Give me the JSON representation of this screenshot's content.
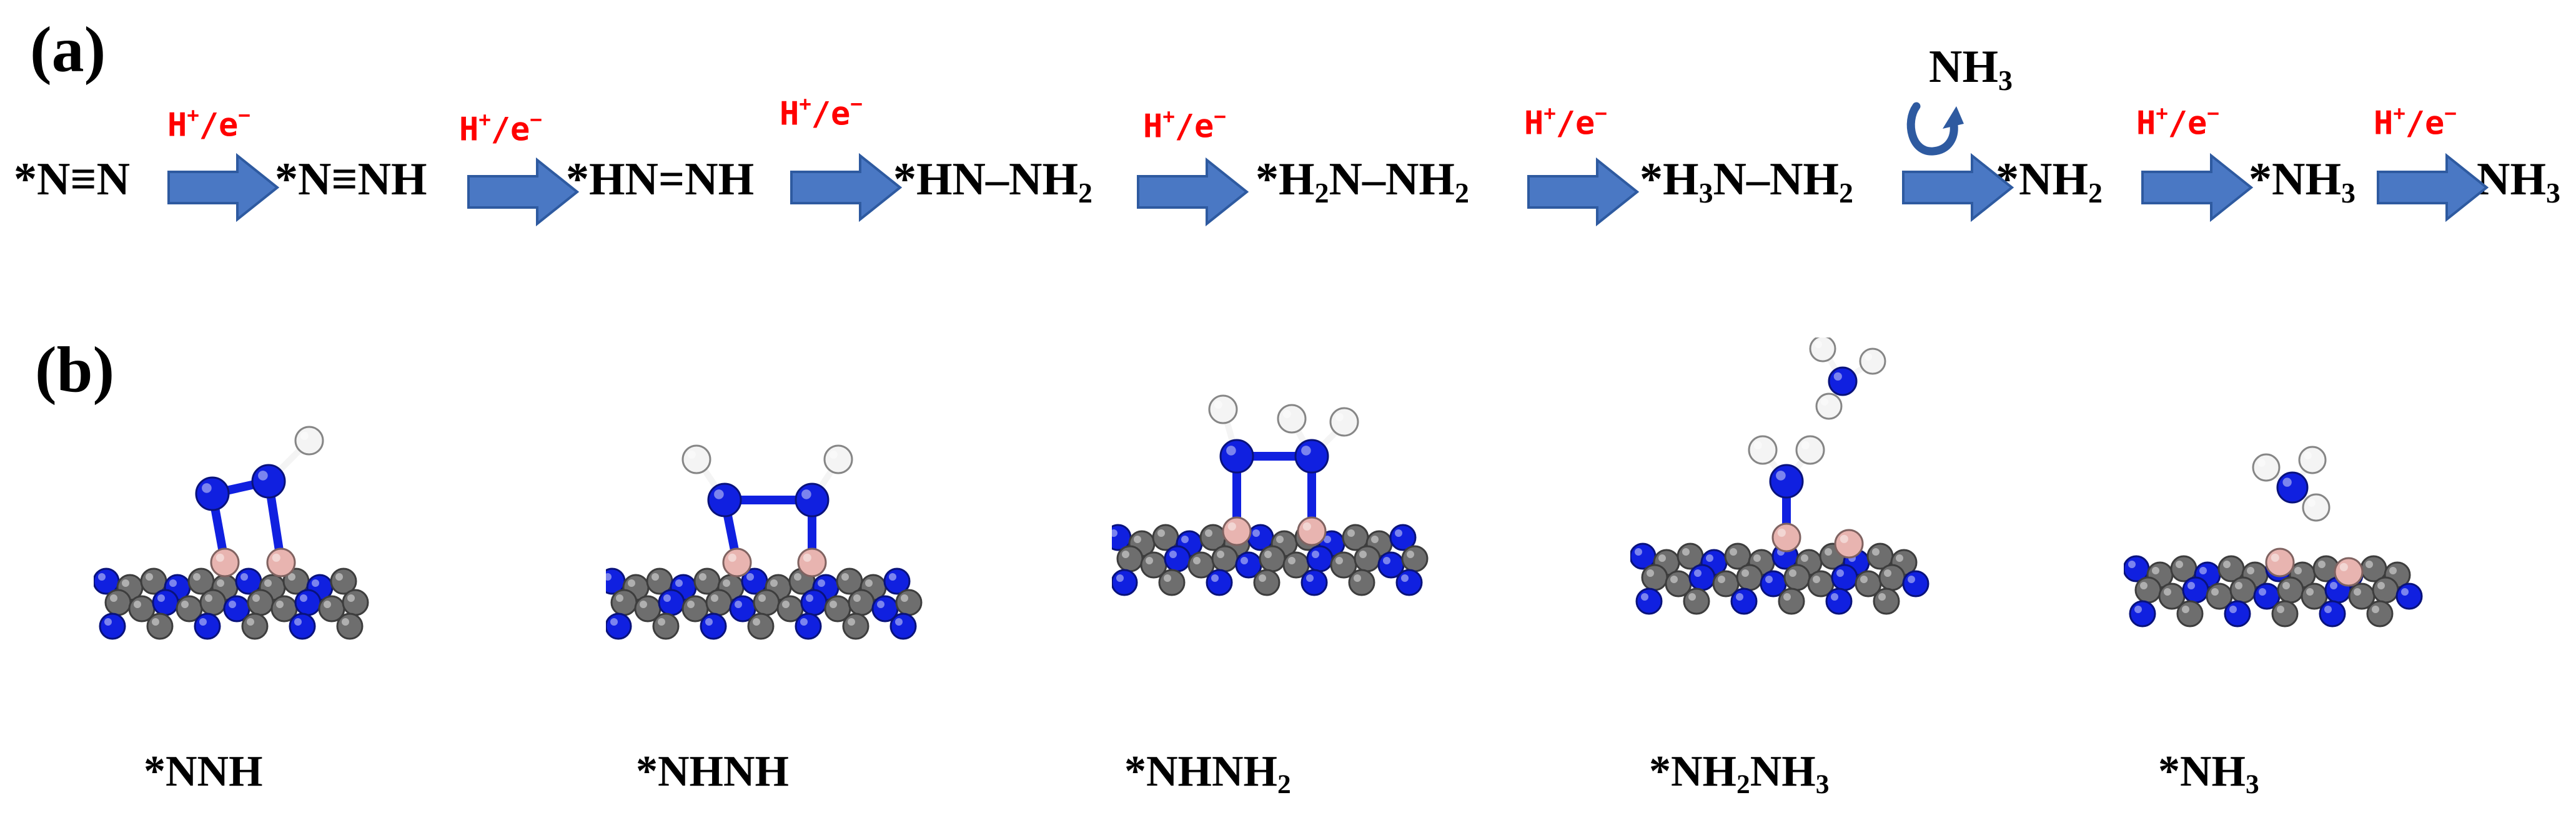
{
  "panel_a": {
    "label": "(a)",
    "step_label": {
      "base": "H",
      "sup1": "+",
      "mid": "/e",
      "sup2": "−"
    },
    "species": [
      {
        "pre": "*N≡N"
      },
      {
        "pre": "*N≡NH"
      },
      {
        "pre": "*HN=NH"
      },
      {
        "pre": "*HN–NH",
        "sub": "2"
      },
      {
        "pre": "*H",
        "sub": "2",
        "post": "N–NH",
        "sub2": "2"
      },
      {
        "pre": "*H",
        "sub": "3",
        "post": "N–NH",
        "sub2": "2"
      },
      {
        "pre": "*NH",
        "sub": "2"
      },
      {
        "pre": "*NH",
        "sub": "3"
      },
      {
        "pre": "NH",
        "sub": "3"
      }
    ],
    "release": {
      "pre": "NH",
      "sub": "3"
    }
  },
  "panel_b": {
    "label": "(b)",
    "captions": [
      {
        "pre": "*NNH"
      },
      {
        "pre": "*NHNH"
      },
      {
        "pre": "*NHNH",
        "sub": "2"
      },
      {
        "pre": "*NH",
        "sub": "2",
        "post": "NH",
        "sub2": "3"
      },
      {
        "pre": "*NH",
        "sub": "3"
      }
    ]
  },
  "colors": {
    "arrow_fill": "#4a78c4",
    "arrow_stroke": "#2e5aa0",
    "step_label": "#ff0000",
    "nitrogen": "#1020e0",
    "carbon": "#6e6e6e",
    "boron": "#e8b4b0",
    "hydrogen": "#f4f4f4"
  }
}
